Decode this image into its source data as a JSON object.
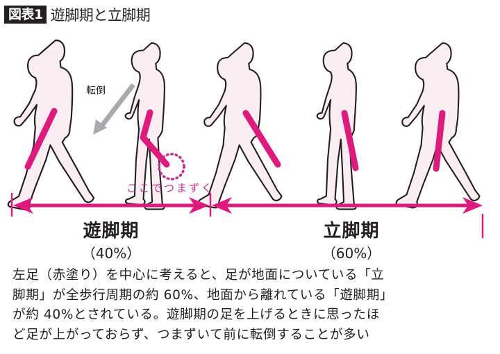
{
  "header": {
    "badge": "図表1",
    "title": "遊脚期と立脚期"
  },
  "annotations": {
    "fall_label": "転倒",
    "trip_label": "ここでつまずく"
  },
  "phases": [
    {
      "name": "遊脚期",
      "percent": "（40%）"
    },
    {
      "name": "立脚期",
      "percent": "（60%）"
    }
  ],
  "caption": {
    "lines": [
      "左足（赤塗り）を中心に考えると、足が地面についている「立",
      "脚期」が全歩行周期の約 60%、地面から離れている「遊脚期」",
      "が約 40%とされている。遊脚期の足を上げるときに思ったほ",
      "ど足が上がっておらず、つまずいて前に転倒することが多い"
    ]
  },
  "colors": {
    "accent_magenta": "#e0197d",
    "body_fill": "#fbeef3",
    "outline": "#231f20",
    "fall_arrow": "#a7a9ac"
  },
  "figures": [
    {
      "id": 1,
      "pose": "mid-swing stride"
    },
    {
      "id": 2,
      "pose": "toe-drag trip"
    },
    {
      "id": 3,
      "pose": "heel strike stride"
    },
    {
      "id": 4,
      "pose": "mid-stance"
    },
    {
      "id": 5,
      "pose": "terminal stance"
    }
  ]
}
